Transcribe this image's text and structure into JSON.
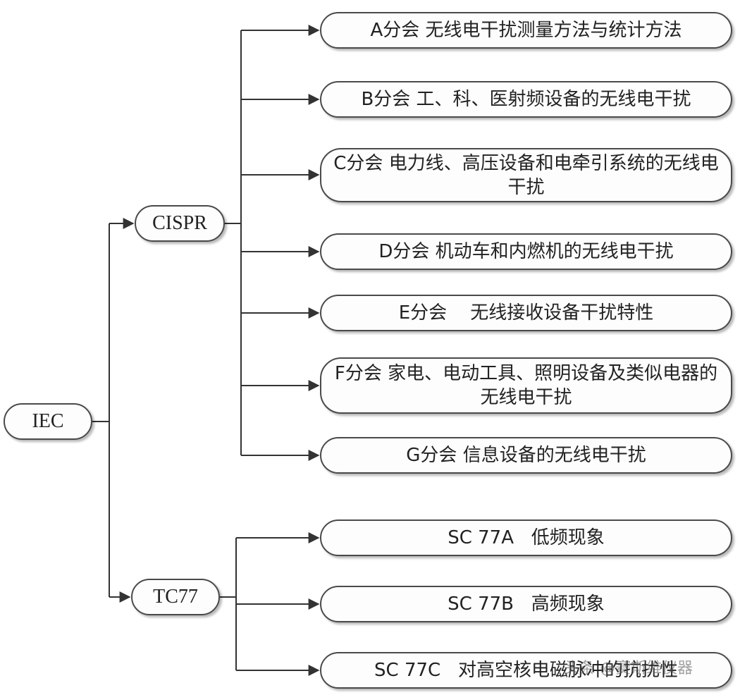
{
  "root": {
    "label": "IEC"
  },
  "branches": [
    {
      "label": "CISPR",
      "children": [
        "A分会 无线电干扰测量方法与统计方法",
        "B分会 工、科、医射频设备的无线电干扰",
        "C分会 电力线、高压设备和电牵引系统的无线电干扰",
        "D分会 机动车和内燃机的无线电干扰",
        "E分会    无线接收设备干扰特性",
        "F分会 家电、电动工具、照明设备及类似电器的无线电干扰",
        "G分会 信息设备的无线电干扰"
      ]
    },
    {
      "label": "TC77",
      "children": [
        "SC 77A   低频现象",
        "SC 77B   高频现象",
        "SC 77C   对高空核电磁脉冲的抗扰性"
      ]
    }
  ],
  "watermark": "头条 @赛斯维仪器",
  "colors": {
    "line": "#333333",
    "border": "#4a4a4a"
  }
}
